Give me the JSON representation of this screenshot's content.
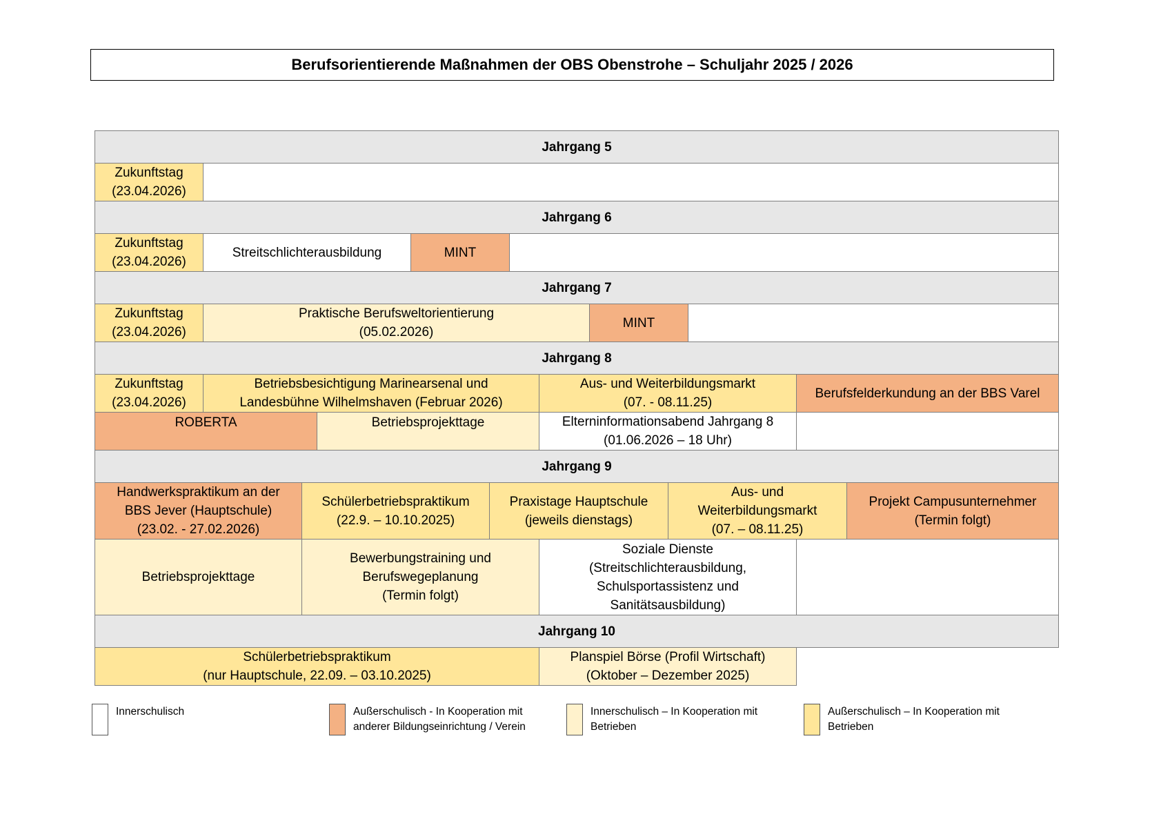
{
  "title": "Berufsorientierende Maßnahmen der OBS Obenstrohe – Schuljahr 2025 / 2026",
  "colors": {
    "innerschulisch": "#ffffff",
    "ausserschulisch_bildung": "#f4b183",
    "innerschulisch_betriebe": "#fff2cc",
    "ausserschulisch_betriebe": "#ffe699",
    "header": "#e7e7e7"
  },
  "grades": {
    "j5": {
      "header": "Jahrgang 5",
      "zukunftstag": "Zukunftstag\n(23.04.2026)"
    },
    "j6": {
      "header": "Jahrgang 6",
      "zukunftstag": "Zukunftstag\n(23.04.2026)",
      "streitschlichter": "Streitschlichterausbildung",
      "mint": "MINT"
    },
    "j7": {
      "header": "Jahrgang 7",
      "zukunftstag": "Zukunftstag\n(23.04.2026)",
      "berufswelt": "Praktische Berufsweltorientierung\n(05.02.2026)",
      "mint": "MINT"
    },
    "j8": {
      "header": "Jahrgang 8",
      "zukunftstag": "Zukunftstag\n(23.04.2026)",
      "betriebsbesichtigung": "Betriebsbesichtigung Marinearsenal und\nLandesbühne Wilhelmshaven (Februar 2026)",
      "weiterbildungsmarkt": "Aus- und Weiterbildungsmarkt\n(07. - 08.11.25)",
      "berufsfelderkundung": "Berufsfelderkundung an der BBS Varel",
      "roberta": "ROBERTA",
      "betriebsprojekttage": "Betriebsprojekttage",
      "elternabend": "Elterninformationsabend Jahrgang 8\n(01.06.2026 – 18 Uhr)"
    },
    "j9": {
      "header": "Jahrgang 9",
      "handwerkspraktikum": "Handwerkspraktikum an der\nBBS Jever (Hauptschule)\n(23.02. - 27.02.2026)",
      "schuelerbetriebspraktikum": "Schülerbetriebspraktikum\n(22.9. – 10.10.2025)",
      "praxistage": "Praxistage Hauptschule\n(jeweils dienstags)",
      "weiterbildungsmarkt": "Aus- und\nWeiterbildungsmarkt\n(07. – 08.11.25)",
      "campusunternehmer": "Projekt Campusunternehmer\n(Termin folgt)",
      "betriebsprojekttage": "Betriebsprojekttage",
      "bewerbungstraining": "Bewerbungstraining und\nBerufswegeplanung\n(Termin folgt)",
      "soziale_dienste": "Soziale Dienste\n(Streitschlichterausbildung,\nSchulsportassistenz und\nSanitätsausbildung)"
    },
    "j10": {
      "header": "Jahrgang 10",
      "schuelerbetriebspraktikum": "Schülerbetriebspraktikum\n(nur Hauptschule, 22.09. – 03.10.2025)",
      "planspiel": "Planspiel Börse (Profil Wirtschaft)\n(Oktober – Dezember 2025)"
    }
  },
  "legend": [
    {
      "label": "Innerschulisch",
      "color": "#ffffff"
    },
    {
      "label": "Außerschulisch - In Kooperation mit\nanderer Bildungseinrichtung / Verein",
      "color": "#f4b183"
    },
    {
      "label": "Innerschulisch – In Kooperation mit\nBetrieben",
      "color": "#fff2cc"
    },
    {
      "label": "Außerschulisch – In Kooperation mit\nBetrieben",
      "color": "#ffe699"
    }
  ]
}
